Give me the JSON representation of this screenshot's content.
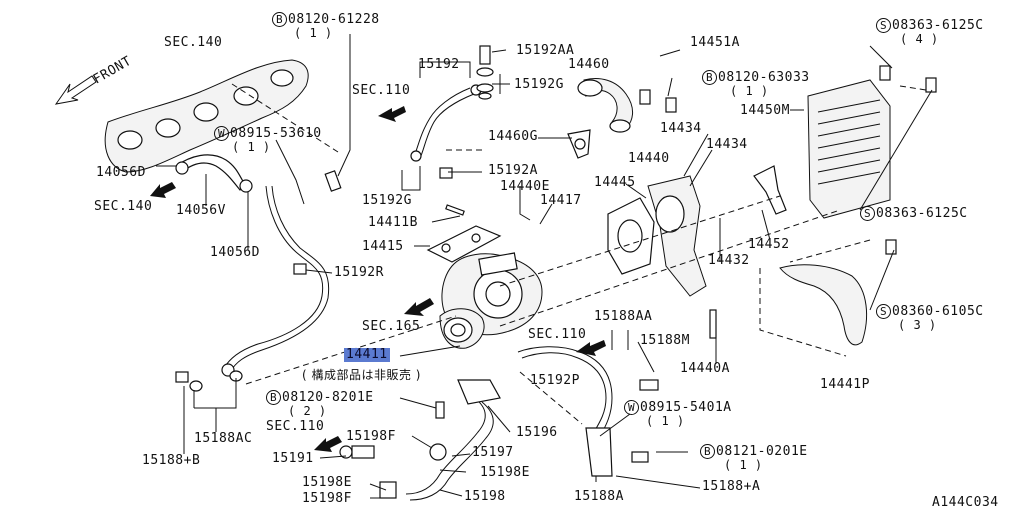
{
  "labels": {
    "front": "FRONT",
    "sec140_top": "SEC.140",
    "sec140_bot": "SEC.140",
    "sec110_a": "SEC.110",
    "sec110_b": "SEC.110",
    "sec110_c": "SEC.110",
    "sec165": "SEC.165",
    "b08120_61228_letter": "B",
    "b08120_61228": "08120-61228",
    "b08120_61228_qty": "( 1 )",
    "w08915_53610_letter": "W",
    "w08915_53610": "08915-53610",
    "w08915_53610_qty": "( 1 )",
    "p14056d_a": "14056D",
    "p14056v": "14056V",
    "p14056d_b": "14056D",
    "p15192": "15192",
    "p15192aa": "15192AA",
    "p15192g_a": "15192G",
    "p15192g_b": "15192G",
    "p15192a": "15192A",
    "p14451a": "14451A",
    "p14460": "14460",
    "p14460g": "14460G",
    "b08120_63033_letter": "B",
    "b08120_63033": "08120-63033",
    "b08120_63033_qty": "( 1 )",
    "p14450m": "14450M",
    "s08363_6125c_a_letter": "S",
    "s08363_6125c_a": "08363-6125C",
    "s08363_6125c_a_qty": "( 4 )",
    "s08363_6125c_b_letter": "S",
    "s08363_6125c_b": "08363-6125C",
    "p14434_a": "14434",
    "p14434_b": "14434",
    "p14440": "14440",
    "p14440e": "14440E",
    "p14445": "14445",
    "p14417": "14417",
    "p14411b": "14411B",
    "p14415": "14415",
    "p15192r": "15192R",
    "p14452": "14452",
    "p14432": "14432",
    "s08360_6105c_letter": "S",
    "s08360_6105c": "08360-6105C",
    "s08360_6105c_qty": "( 3 )",
    "p15188aa": "15188AA",
    "p15188m": "15188M",
    "p14440a": "14440A",
    "p14441": "14411",
    "jp_note": "( 構成部品は非販売 )",
    "p14441p": "14441P",
    "p15192p": "15192P",
    "b08120_8201e_letter": "B",
    "b08120_8201e": "08120-8201E",
    "b08120_8201e_qty": "( 2 )",
    "w08915_5401a_letter": "W",
    "w08915_5401a": "08915-5401A",
    "w08915_5401a_qty": "( 1 )",
    "b08121_0201e_letter": "B",
    "b08121_0201e": "08121-0201E",
    "b08121_0201e_qty": "( 1 )",
    "p15198f_a": "15198F",
    "p15196": "15196",
    "p15197": "15197",
    "p15191": "15191",
    "p15198e_a": "15198E",
    "p15198e_b": "15198E",
    "p15198f_b": "15198F",
    "p15198": "15198",
    "p15188a": "15188A",
    "p15188_plus_a": "15188+A",
    "p15188_plus_b": "15188+B",
    "p15188ac": "15188AC",
    "diagram_code": "A144C034"
  },
  "colors": {
    "highlight": "#5b7ad0",
    "ink": "#111111"
  }
}
